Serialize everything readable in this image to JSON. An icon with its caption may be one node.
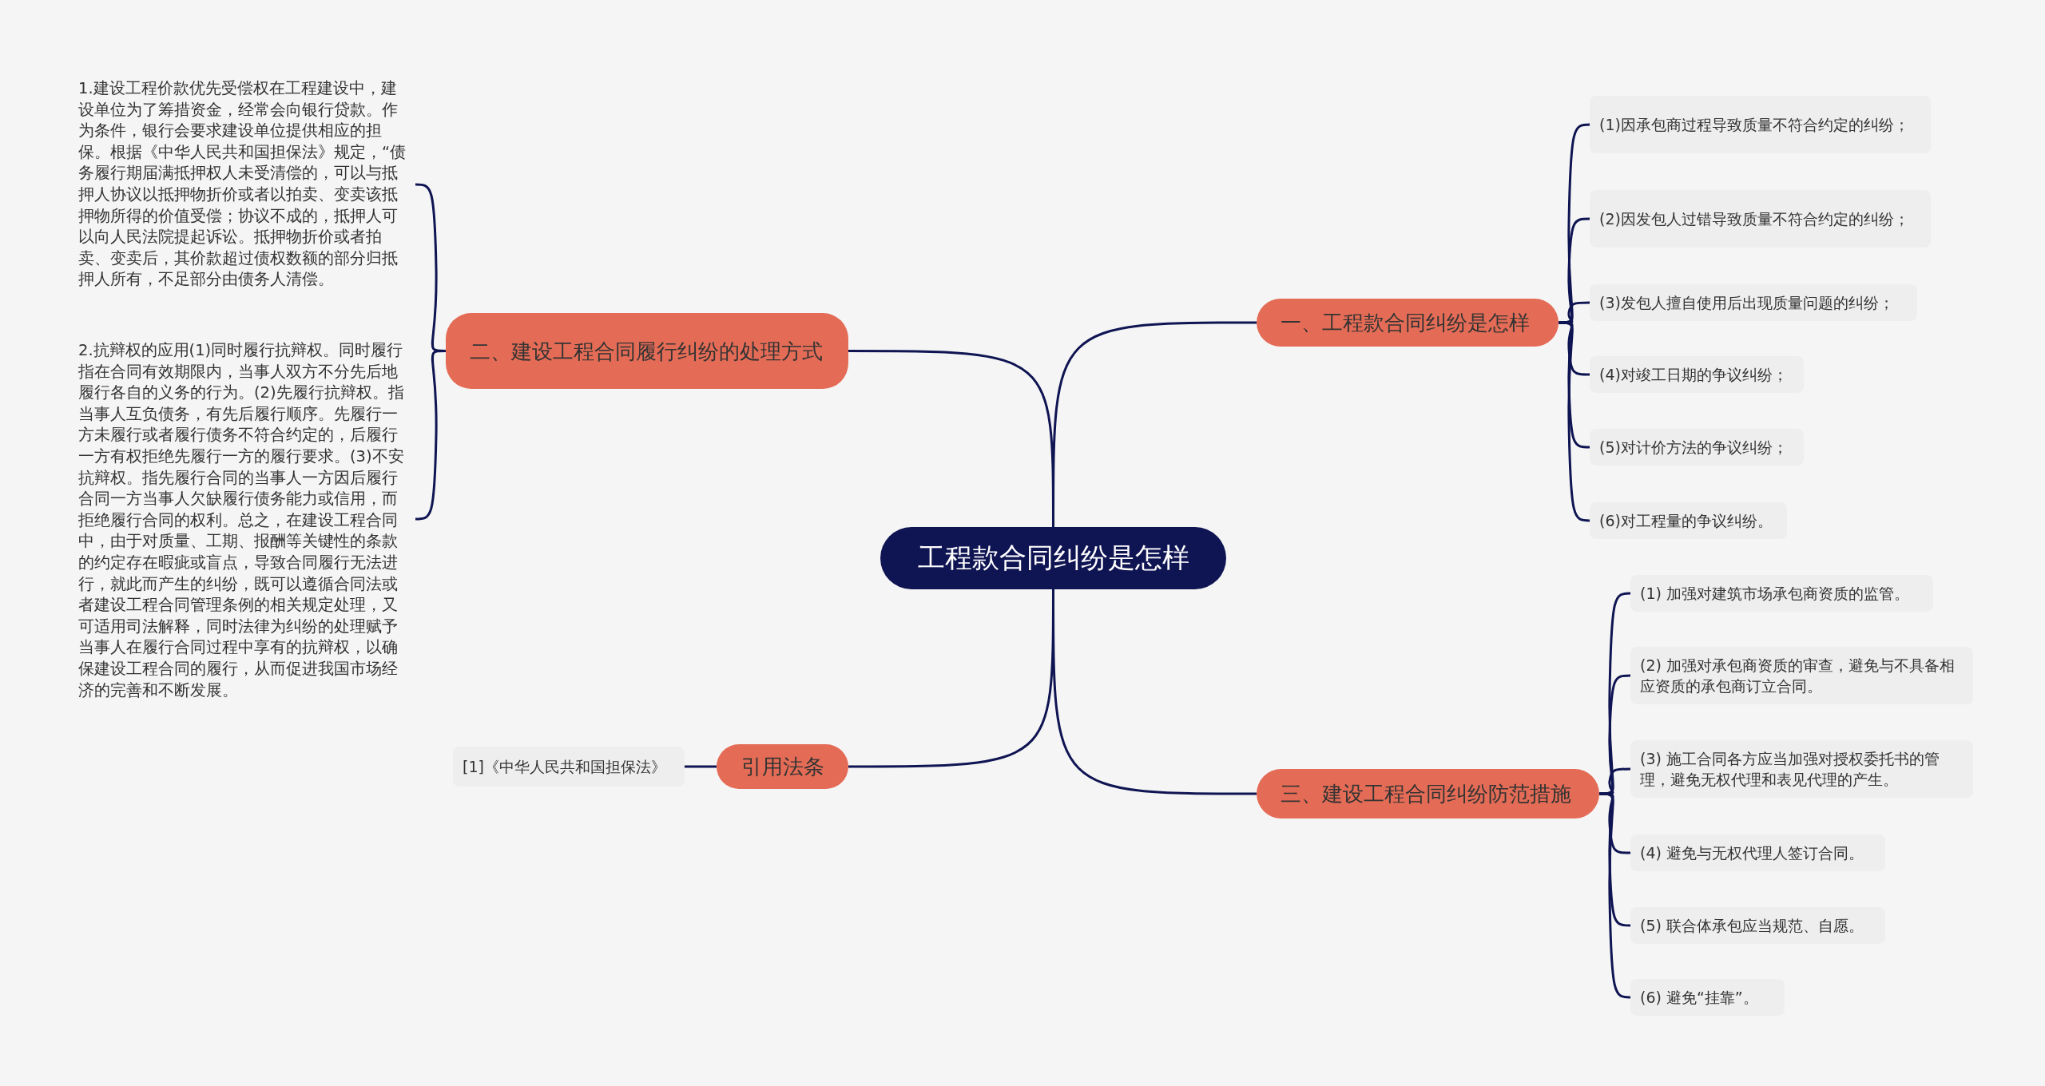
{
  "diagram": {
    "nodes": [
      {
        "text": [
          "工程款合同纠纷是怎样"
        ]
      },
      {
        "text": [
          "一、工程款合同纠纷是怎样"
        ]
      },
      {
        "text": [
          "(1)因承包商过程导致质量不符合约定的纠纷；"
        ]
      },
      {
        "text": [
          "(2)因发包人过错导致质量不符合约定的纠纷；"
        ]
      },
      {
        "text": [
          "(3)发包人擅自使用后出现质量问题的纠纷；"
        ]
      },
      {
        "text": [
          "(4)对竣工日期的争议纠纷；"
        ]
      },
      {
        "text": [
          "(5)对计价方法的争议纠纷；"
        ]
      },
      {
        "text": [
          "(6)对工程量的争议纠纷。"
        ]
      },
      {
        "text": [
          "二、建设工程合同履行纠纷的处理方式"
        ]
      },
      {
        "text": [
          "1.建设工程价款优先受偿权在工程建设中，建设单位为了筹措资金，经常会向银行贷款。作为条件，银行会要求建设单位提供相应的担保。根据《中华人民共和国担保法》规定，“债务履行期届满抵押权人未受清偿的，可以与抵押人协议以抵押物折价或者以拍卖、变卖该抵押物所得的价值受偿；协议不成的，抵押人可以向人民法院提起诉讼。抵押物折价或者拍卖、变卖后，其价款超过债权数额的部分归抵押人所有，不足部分由债务人清偿。"
        ]
      },
      {
        "text": [
          "2.抗辩权的应用(1)同时履行抗辩权。同时履行指在合同有效期限内，当事人双方不分先后地履行各自的义务的行为。(2)先履行抗辩权。指当事人互负债务，有先后履行顺序。先履行一方未履行或者履行债务不符合约定的，后履行一方有权拒绝先履行一方的履行要求。(3)不安抗辩权。指先履行合同的当事人一方因后履行合同一方当事人欠缺履行债务能力或信用，而拒绝履行合同的权利。总之，在建设工程合同中，由于对质量、工期、报酬等关键性的条款的约定存在暇疵或盲点，导致合同履行无法进行，就此而产生的纠纷，既可以遵循合同法或者建设工程合同管理条例的相关规定处理，又可适用司法解释，同时法律为纠纷的处理赋予当事人在履行合同过程中享有的抗辩权，以确保建设工程合同的履行，从而促进我国市场经济的完善和不断发展。"
        ]
      },
      {
        "text": [
          "引用法条"
        ]
      },
      {
        "text": [
          "[1]《中华人民共和国担保法》"
        ]
      },
      {
        "text": [
          "三、建设工程合同纠纷防范措施"
        ]
      },
      {
        "text": [
          "(1) 加强对建筑市场承包商资质的监管。"
        ]
      },
      {
        "text": [
          "(2) 加强对承包商资质的审查，避免与不具备相应资质的承包商订立合同。"
        ]
      },
      {
        "text": [
          "(3) 施工合同各方应当加强对授权委托书的管理，避免无权代理和表见代理的产生。"
        ]
      },
      {
        "text": [
          "(4) 避免与无权代理人签订合同。"
        ]
      },
      {
        "text": [
          "(5) 联合体承包应当规范、自愿。"
        ]
      },
      {
        "text": [
          "(6) 避免“挂靠”。"
        ]
      }
    ],
    "edges": [
      {
        "from": 0,
        "to": 1,
        "arrow": "none"
      },
      {
        "from": 1,
        "to": 2,
        "arrow": "none"
      },
      {
        "from": 1,
        "to": 3,
        "arrow": "none"
      },
      {
        "from": 1,
        "to": 4,
        "arrow": "none"
      },
      {
        "from": 1,
        "to": 5,
        "arrow": "none"
      },
      {
        "from": 1,
        "to": 6,
        "arrow": "none"
      },
      {
        "from": 1,
        "to": 7,
        "arrow": "none"
      },
      {
        "from": 0,
        "to": 8,
        "arrow": "none"
      },
      {
        "from": 8,
        "to": 9,
        "arrow": "none"
      },
      {
        "from": 8,
        "to": 10,
        "arrow": "none"
      },
      {
        "from": 0,
        "to": 11,
        "arrow": "none"
      },
      {
        "from": 11,
        "to": 12,
        "arrow": "none"
      },
      {
        "from": 0,
        "to": 13,
        "arrow": "none"
      },
      {
        "from": 13,
        "to": 14,
        "arrow": "none"
      },
      {
        "from": 13,
        "to": 15,
        "arrow": "none"
      },
      {
        "from": 13,
        "to": 16,
        "arrow": "none"
      },
      {
        "from": 13,
        "to": 17,
        "arrow": "none"
      },
      {
        "from": 13,
        "to": 18,
        "arrow": "none"
      },
      {
        "from": 13,
        "to": 19,
        "arrow": "none"
      }
    ]
  }
}
